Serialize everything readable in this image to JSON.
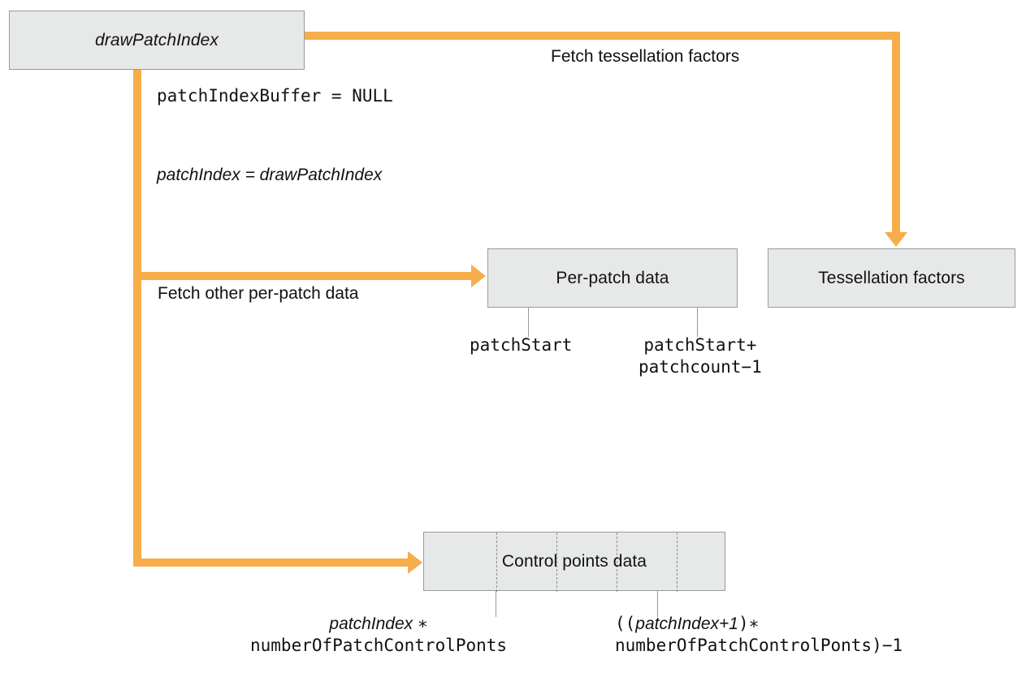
{
  "diagram": {
    "title": "drawPatchIndex tessellation data fetch flow",
    "accent_color": "#f6ad4a",
    "node_fill": "#e7e8e8",
    "node_border": "#999b9c"
  },
  "nodes": {
    "draw_patch_index": "drawPatchIndex",
    "per_patch_data": "Per-patch data",
    "tessellation_factors": "Tessellation factors",
    "control_points_data": "Control points data"
  },
  "flow_labels": {
    "fetch_tessellation_factors": "Fetch tessellation factors",
    "fetch_other_per_patch_data": "Fetch other per-patch data"
  },
  "notes": {
    "patch_index_buffer": "patchIndexBuffer = NULL",
    "patch_index_assignment": "patchIndex = drawPatchIndex"
  },
  "range_captions": {
    "per_patch_start": "patchStart",
    "per_patch_end_line1": "patchStart+",
    "per_patch_end_line2": "patchcount−1",
    "control_left_line1_italic": "patchIndex ",
    "control_left_line1_op": "∗",
    "control_left_line2": "numberOfPatchControlPonts",
    "control_right_line1_pre": "((",
    "control_right_line1_italic": "patchIndex+1",
    "control_right_line1_post": ")∗",
    "control_right_line2": "numberOfPatchControlPonts)−1"
  },
  "icons": {
    "arrow_right_tessellation": "arrow-down-icon",
    "arrow_right_per_patch": "arrow-right-icon",
    "arrow_right_control_points": "arrow-right-icon"
  }
}
